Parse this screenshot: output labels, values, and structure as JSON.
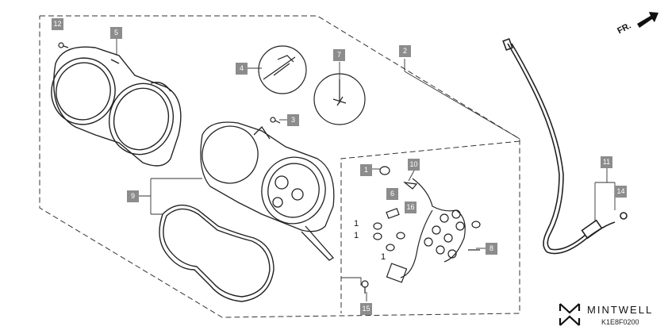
{
  "diagram": {
    "part_labels": {
      "p1": "1",
      "p2": "2",
      "p3": "3",
      "p4": "4",
      "p5": "5",
      "p7": "7",
      "p8": "8",
      "p9": "9",
      "p10": "10",
      "p11": "11",
      "p12": "12",
      "p14": "14",
      "p15": "15",
      "p16": "16",
      "p6": "6"
    },
    "callouts": {
      "c1a": "1",
      "c1b": "1",
      "c1c": "1"
    },
    "direction": "FR.",
    "brand": "MINTWELL",
    "drawing_code": "K1E8F0200"
  },
  "colors": {
    "label_bg": "#8c8c8c",
    "line": "#222222"
  }
}
